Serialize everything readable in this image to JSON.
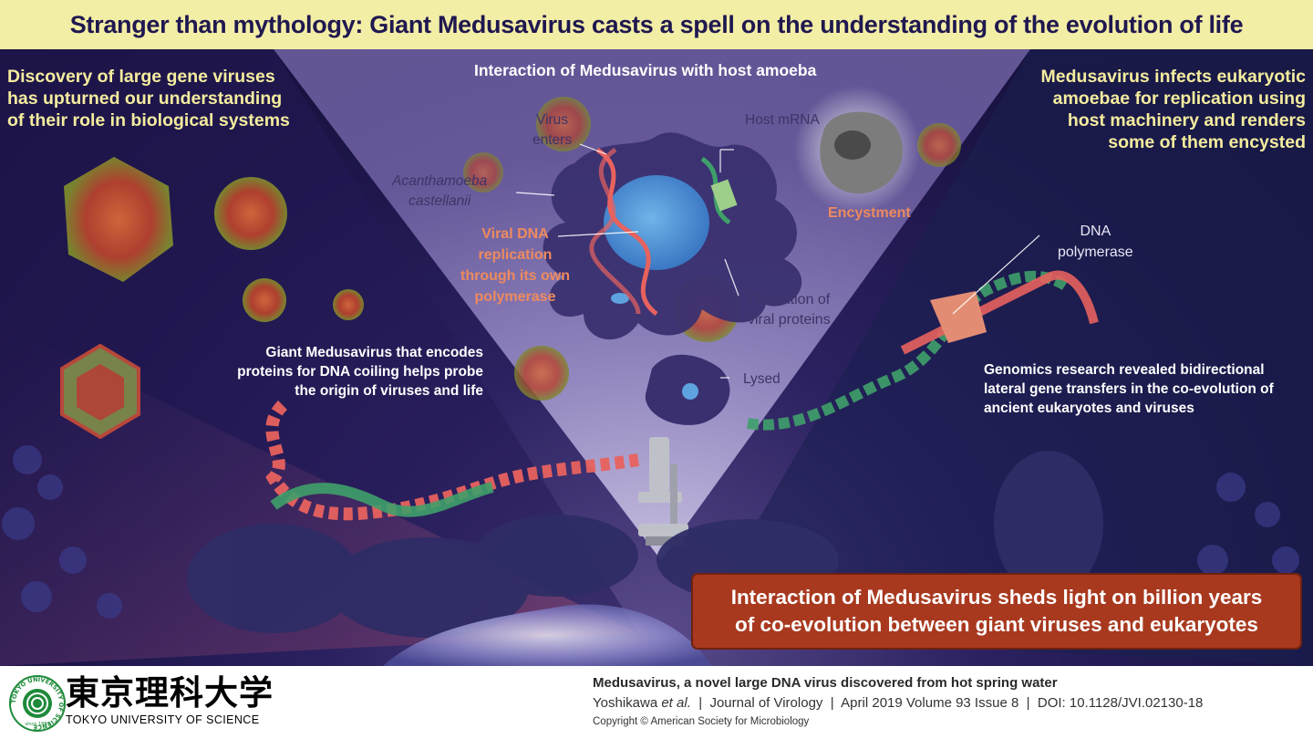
{
  "title": "Stranger than mythology: Giant Medusavirus casts a spell on the understanding of the evolution of life",
  "left_top_text": [
    "Discovery of large gene viruses",
    "has upturned our understanding",
    "of their role in biological systems"
  ],
  "center_heading": "Interaction of Medusavirus with host amoeba",
  "right_top_text": [
    "Medusavirus infects eukaryotic",
    "amoebae for replication using",
    "host machinery and renders",
    "some of them encysted"
  ],
  "labels": {
    "virus_enters": [
      "Virus",
      "enters"
    ],
    "host_mrna": "Host mRNA",
    "acanthamoeba": [
      "Acanthamoeba",
      "castellanii"
    ],
    "encystment": "Encystment",
    "viral_dna": [
      "Viral DNA",
      "replication",
      "through its own",
      "polymerase"
    ],
    "formation": [
      "Formation of",
      "viral proteins"
    ],
    "lysed": "Lysed",
    "dna_polymerase": [
      "DNA",
      "polymerase"
    ]
  },
  "giant_medusavirus_text": [
    "Giant Medusavirus that encodes",
    "proteins for DNA coiling helps probe",
    "the origin of viruses and life"
  ],
  "genomics_text": [
    "Genomics research revealed bidirectional",
    "lateral gene transfers in the co-evolution of",
    "ancient eukaryotes and viruses"
  ],
  "callout": [
    "Interaction of Medusavirus sheds light on billion years",
    "of co-evolution between giant viruses and eukaryotes"
  ],
  "footer": {
    "university_jp": "東京理科大学",
    "university_en": "TOKYO UNIVERSITY OF SCIENCE",
    "logo_ring_text": "TOKYO UNIVERSITY OF SCIENCE",
    "logo_since": "since 1881",
    "paper_title": "Medusavirus, a novel large DNA virus discovered from hot spring water",
    "authors": "Yoshikawa",
    "et_al": "et al.",
    "journal": "Journal of Virology",
    "issue": "April 2019 Volume 93 Issue 8",
    "doi": "DOI: 10.1128/JVI.02130-18",
    "copyright": "Copyright © American Society for Microbiology"
  },
  "colors": {
    "title_bg": "#f3eea6",
    "title_text": "#1f1850",
    "yellow_text": "#f4ec9e",
    "callout_bg": "#a8391f",
    "dna_red": "#e8625e",
    "dna_green": "#3fa06a",
    "accent_orange": "#ee8a5e"
  }
}
